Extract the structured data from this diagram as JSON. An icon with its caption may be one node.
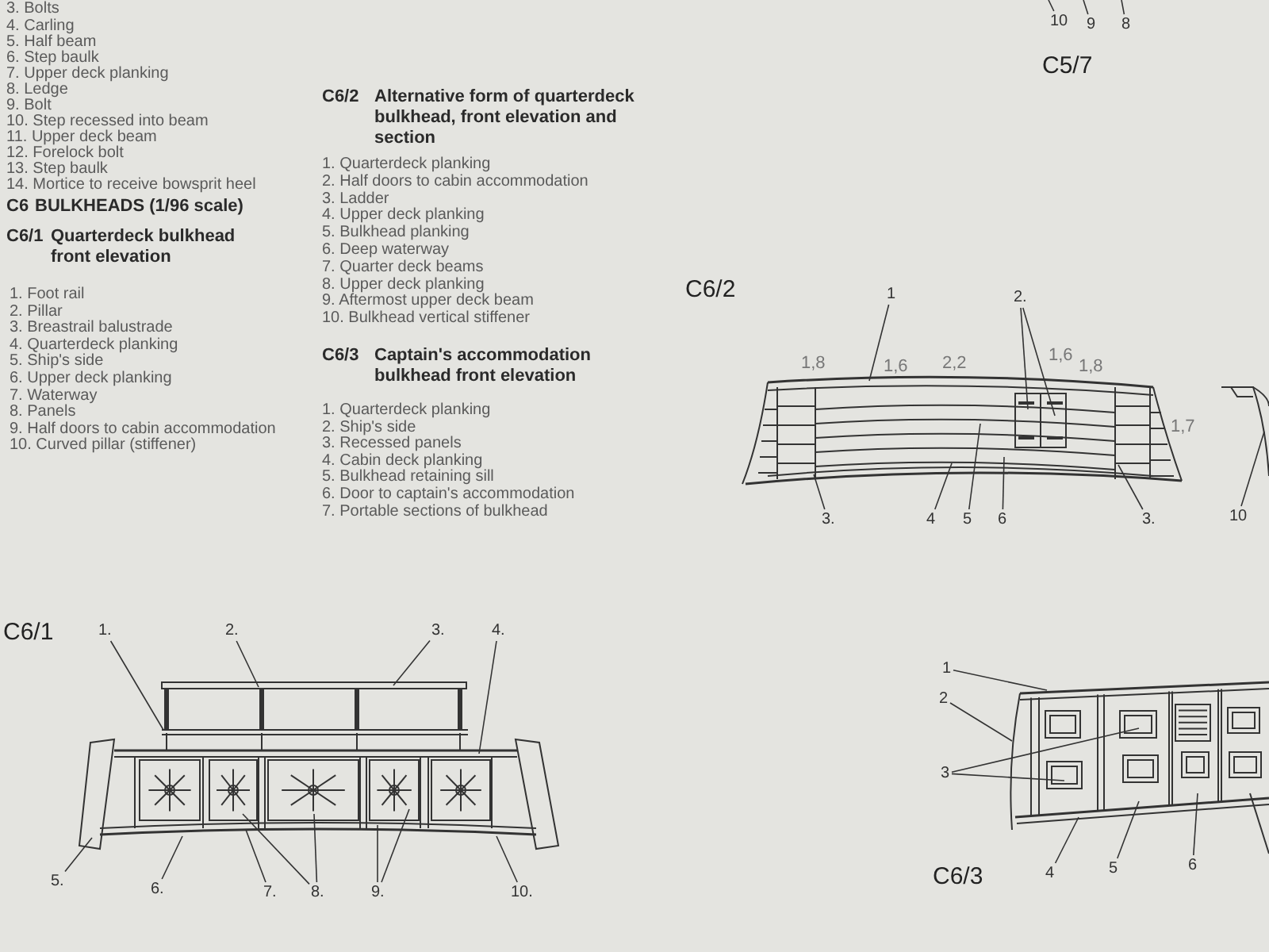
{
  "diagram": {
    "nodes": [
      {
        "text": [
          "10"
        ]
      },
      {
        "text": [
          "9"
        ]
      },
      {
        "text": [
          "8"
        ]
      },
      {
        "text": [
          "1"
        ]
      },
      {
        "text": [
          "2."
        ]
      },
      {
        "text": [
          "3."
        ]
      },
      {
        "text": [
          "4"
        ]
      },
      {
        "text": [
          "5"
        ]
      },
      {
        "text": [
          "6"
        ]
      },
      {
        "text": [
          "3."
        ]
      },
      {
        "text": [
          "10"
        ]
      },
      {
        "text": [
          "1."
        ]
      },
      {
        "text": [
          "2."
        ]
      },
      {
        "text": [
          "3."
        ]
      },
      {
        "text": [
          "4."
        ]
      },
      {
        "text": [
          "5."
        ]
      },
      {
        "text": [
          "6."
        ]
      },
      {
        "text": [
          "7."
        ]
      },
      {
        "text": [
          "8."
        ]
      },
      {
        "text": [
          "9."
        ]
      },
      {
        "text": [
          "10."
        ]
      },
      {
        "text": [
          "1"
        ]
      },
      {
        "text": [
          "2"
        ]
      },
      {
        "text": [
          "3"
        ]
      },
      {
        "text": [
          "4"
        ]
      },
      {
        "text": [
          "5"
        ]
      },
      {
        "text": [
          "6"
        ]
      },
      {
        "text": [],
        "shape": "picture"
      },
      {
        "text": [],
        "shape": "picture"
      },
      {
        "text": [],
        "shape": "picture"
      }
    ],
    "edges": [
      {
        "from": 0,
        "to": null,
        "arrow": "none"
      },
      {
        "from": 1,
        "to": null,
        "arrow": "none"
      },
      {
        "from": 2,
        "to": null,
        "arrow": "none"
      },
      {
        "from": 3,
        "to": 27,
        "arrow": "none"
      },
      {
        "from": 4,
        "to": 27,
        "arrow": "none"
      },
      {
        "from": 4,
        "to": 27,
        "arrow": "none"
      },
      {
        "from": 5,
        "to": 27,
        "arrow": "none"
      },
      {
        "from": 6,
        "to": 27,
        "arrow": "none"
      },
      {
        "from": 7,
        "to": 27,
        "arrow": "none"
      },
      {
        "from": 8,
        "to": 27,
        "arrow": "none"
      },
      {
        "from": 9,
        "to": 27,
        "arrow": "none"
      },
      {
        "from": 10,
        "to": 27,
        "arrow": "none"
      },
      {
        "from": 11,
        "to": 28,
        "arrow": "none"
      },
      {
        "from": 12,
        "to": 28,
        "arrow": "none"
      },
      {
        "from": 13,
        "to": 28,
        "arrow": "none"
      },
      {
        "from": 14,
        "to": 28,
        "arrow": "none"
      },
      {
        "from": 15,
        "to": 28,
        "arrow": "none"
      },
      {
        "from": 16,
        "to": 28,
        "arrow": "none"
      },
      {
        "from": 17,
        "to": 28,
        "arrow": "none"
      },
      {
        "from": 18,
        "to": 28,
        "arrow": "none"
      },
      {
        "from": 18,
        "to": 28,
        "arrow": "none"
      },
      {
        "from": 19,
        "to": 28,
        "arrow": "none"
      },
      {
        "from": 19,
        "to": 28,
        "arrow": "none"
      },
      {
        "from": 20,
        "to": 28,
        "arrow": "none"
      },
      {
        "from": 21,
        "to": 29,
        "arrow": "none"
      },
      {
        "from": 22,
        "to": 29,
        "arrow": "none"
      },
      {
        "from": 23,
        "to": 29,
        "arrow": "none"
      },
      {
        "from": 23,
        "to": 29,
        "arrow": "none"
      },
      {
        "from": 24,
        "to": 29,
        "arrow": "none"
      },
      {
        "from": 25,
        "to": 29,
        "arrow": "none"
      },
      {
        "from": 26,
        "to": 29,
        "arrow": "none"
      }
    ],
    "labels": [
      "3. Bolts",
      "4. Carling",
      "5. Half beam",
      "6. Step baulk",
      "7. Upper deck planking",
      "8. Ledge",
      "9. Bolt",
      "10. Step recessed into beam",
      "11. Upper deck beam",
      "12. Forelock bolt",
      "13. Step baulk",
      "14. Mortice to receive bowsprit heel",
      "C6",
      "BULKHEADS (1/96 scale)",
      "C6/1",
      "Quarterdeck bulkhead front elevation",
      "1. Foot rail",
      "2. Pillar",
      "3. Breastrail balustrade",
      "4. Quarterdeck planking",
      "5. Ship's side",
      "6. Upper deck planking",
      "7. Waterway",
      "8. Panels",
      "9. Half doors to cabin accommodation",
      "10. Curved pillar (stiffener)",
      "C6/2",
      "Alternative form of quarterdeck bulkhead, front elevation and section",
      "1. Quarterdeck planking",
      "2. Half doors to cabin accommodation",
      "3. Ladder",
      "4. Upper deck planking",
      "5. Bulkhead planking",
      "6. Deep waterway",
      "7. Quarter deck beams",
      "8. Upper deck planking",
      "9. Aftermost upper deck beam",
      "10. Bulkhead vertical stiffener",
      "C6/3",
      "Captain's accommodation bulkhead front elevation",
      "1. Quarterdeck planking",
      "2. Ship's side",
      "3. Recessed panels",
      "4. Cabin deck planking",
      "5. Bulkhead retaining sill",
      "6. Door to captain's accommodation",
      "7. Portable sections of bulkhead",
      "C5/7",
      "C6/2",
      "1,8",
      "1,6",
      "2,2",
      "1,6",
      "1,8",
      "1,7",
      "C6/1",
      "C6/3"
    ]
  }
}
